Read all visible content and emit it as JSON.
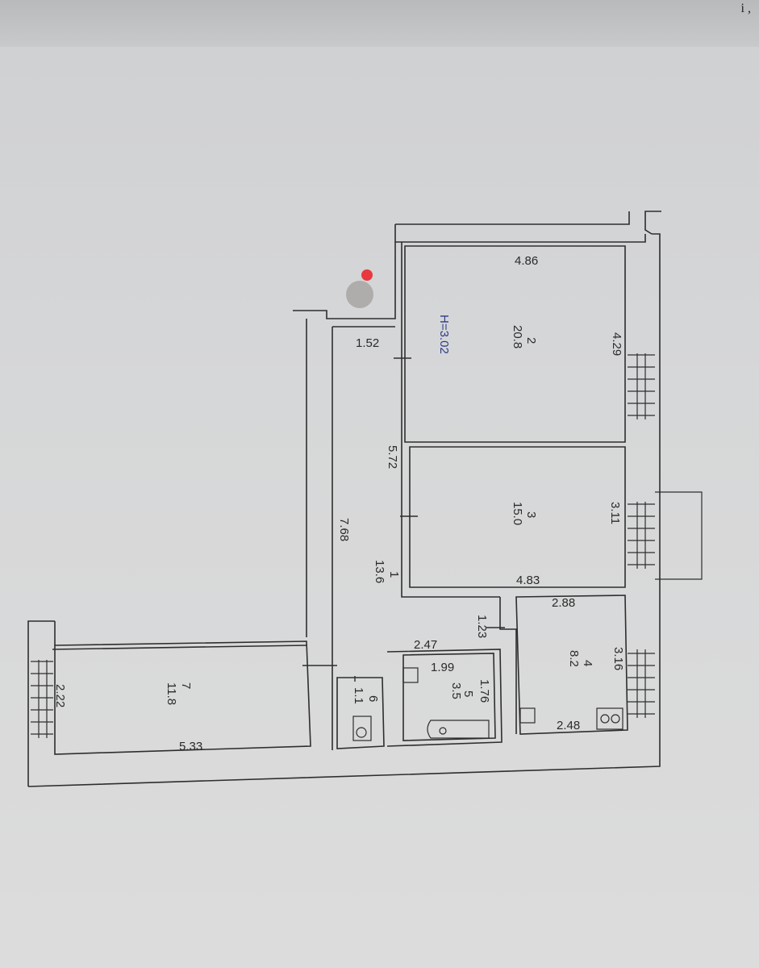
{
  "corner_mark": "і ,",
  "ceiling_height": "H=3.02",
  "rooms": [
    {
      "number": "1",
      "area": "13.6"
    },
    {
      "number": "2",
      "area": "20.8"
    },
    {
      "number": "3",
      "area": "15.0"
    },
    {
      "number": "4",
      "area": "8.2"
    },
    {
      "number": "5",
      "area": "3.5"
    },
    {
      "number": "6",
      "area": "1.1"
    },
    {
      "number": "7",
      "area": "11.8"
    }
  ],
  "dimensions": {
    "d_4_86": "4.86",
    "d_4_29": "4.29",
    "d_1_52": "1.52",
    "d_5_72": "5.72",
    "d_3_11": "3.11",
    "d_7_68": "7.68",
    "d_4_83": "4.83",
    "d_2_88": "2.88",
    "d_1_23": "1.23",
    "d_3_16": "3.16",
    "d_2_47": "2.47",
    "d_1_99": "1.99",
    "d_1_76": "1.76",
    "d_2_48": "2.48",
    "d_2_22": "2.22",
    "d_5_33": "5.33"
  },
  "colors": {
    "line": "#2e2e2e",
    "paper": "#d6d7d8",
    "marker": "#e8393f"
  }
}
